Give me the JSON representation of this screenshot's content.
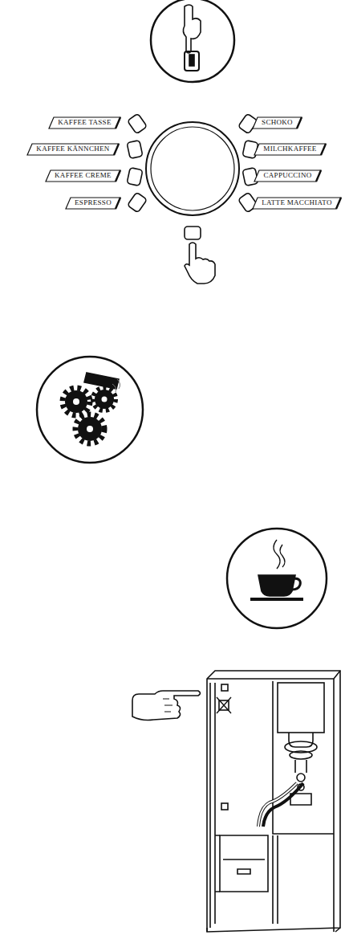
{
  "diagram": {
    "nodes": [
      {
        "text": [
          "KAFFEE TASSE"
        ]
      },
      {
        "text": [
          "KAFFEE KÄNNCHEN"
        ]
      },
      {
        "text": [
          "KAFFEE CREME"
        ]
      },
      {
        "text": [
          "ESPRESSO"
        ]
      },
      {
        "text": [
          "SCHOKO"
        ]
      },
      {
        "text": [
          "MILCHKAFFEE"
        ]
      },
      {
        "text": [
          "CAPPUCCINO"
        ]
      },
      {
        "text": [
          "LATTE MACCHIATO"
        ]
      }
    ]
  }
}
